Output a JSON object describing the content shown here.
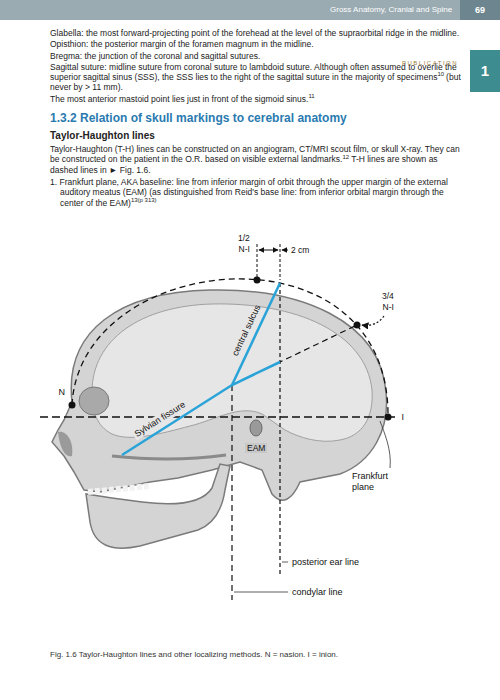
{
  "diagram": {
    "title": "1.3.2 Relation of skull markings to cerebral anatomy",
    "caption": "Fig. 1.6 Taylor-Haughton lines and other localizing methods. N = nasion. I = inion.",
    "nodes": [
      {
        "text": [
          "1"
        ]
      }
    ],
    "labels": [
      "Gross Anatomy, Cranial and Spine",
      "69",
      "PUBLICATION",
      "Glabella: the most forward-projecting point of the forehead at the level of the supraorbital ridge in the midline.",
      "Opisthion: the posterior margin of the foramen magnum in the midline.",
      "Bregma: the junction of the coronal and sagittal sutures.",
      "Sagittal suture: midline suture from coronal suture to lambdoid suture. Although often assumed to overlie the superior sagittal sinus (SSS), the SSS lies to the right of the sagittal suture in the majority of specimens",
      "10",
      "(but never by > 11 mm).",
      "The most anterior mastoid point lies just in front of the sigmoid sinus.",
      "11",
      "Taylor-Haughton lines",
      "Taylor-Haughton (T-H) lines can be constructed on an angiogram, CT/MRI scout film, or skull X-ray. They can be constructed on the patient in the O.R. based on visible external landmarks.",
      "12",
      "T-H lines are shown as dashed lines in ► Fig. 1.6.",
      "1. Frankfurt plane, AKA baseline: line from inferior margin of orbit through the upper margin of the external auditory meatus (EAM) (as distinguished from Reid's base line: from inferior orbital margin through the center of the EAM)",
      "13(p 313)",
      "1/2",
      "N-I",
      "2 cm",
      "3/4",
      "N-I",
      "central sulcus",
      "Sylvian fissure",
      "N",
      "I",
      "EAM",
      "Frankfurt plane",
      "posterior ear line",
      "condylar line"
    ]
  }
}
